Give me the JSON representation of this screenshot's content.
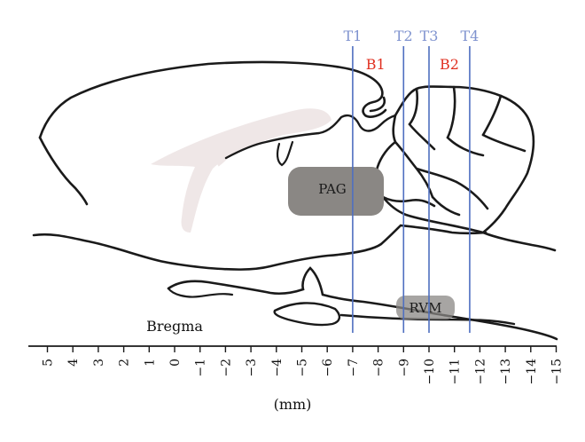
{
  "colors": {
    "outline": "#1a1a1a",
    "section_line": "#4f6fc0",
    "section_label": "#7f93cf",
    "block_label": "#e03020",
    "region_fill": "#8a8784",
    "hippocampus": "#efe7e7"
  },
  "sections": [
    {
      "label": "T1",
      "mm": -7
    },
    {
      "label": "T2",
      "mm": -9
    },
    {
      "label": "T3",
      "mm": -10
    },
    {
      "label": "T4",
      "mm": -11.6
    }
  ],
  "blocks": [
    {
      "label": "B1",
      "mm": -7.9
    },
    {
      "label": "B2",
      "mm": -10.8
    }
  ],
  "regions": {
    "pag": "PAG",
    "rvm": "RVM"
  },
  "bregma_label": "Bregma",
  "axis": {
    "unit": "(mm)",
    "ticks": [
      "5",
      "4",
      "3",
      "2",
      "1",
      "0",
      "−1",
      "−2",
      "−3",
      "−4",
      "−5",
      "−6",
      "−7",
      "−8",
      "−9",
      "−10",
      "−11",
      "−12",
      "−13",
      "−14",
      "−15"
    ],
    "tick_values": [
      5,
      4,
      3,
      2,
      1,
      0,
      -1,
      -2,
      -3,
      -4,
      -5,
      -6,
      -7,
      -8,
      -9,
      -10,
      -11,
      -12,
      -13,
      -14,
      -15
    ]
  }
}
